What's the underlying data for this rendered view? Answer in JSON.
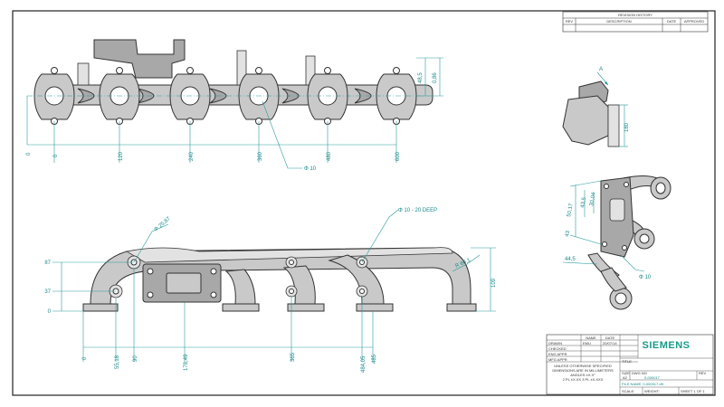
{
  "revision_block": {
    "title": "REVISION HISTORY",
    "col_rev": "REV",
    "col_description": "DESCRIPTION",
    "col_date": "DATE",
    "col_approved": "APPROVED"
  },
  "front_view": {
    "x_dims": [
      "0",
      "120",
      "240",
      "360",
      "480",
      "600"
    ],
    "y_dims": [
      "0"
    ],
    "right_dims": [
      "48,5",
      "0,86"
    ],
    "hole_callout": "Φ 10"
  },
  "side_view": {
    "view_label": "A",
    "dim": "180"
  },
  "iso_view": {
    "dims": [
      "50,17",
      "43,5",
      "30,04",
      "43",
      "44,5",
      "Φ 10"
    ]
  },
  "bottom_view": {
    "left_dims": [
      "87",
      "37",
      "0"
    ],
    "x_dims": [
      "0",
      "55,18",
      "90",
      "178,49",
      "365",
      "484,05",
      "485"
    ],
    "radius_left": "Φ 25,87",
    "hole_callout": "Φ 10 - 20 DEEP",
    "radius_right": "R 60,1",
    "height_dim": "109"
  },
  "title_block": {
    "logo": "SIEMENS",
    "col_name": "NAME",
    "col_date": "DATE",
    "rows": [
      {
        "label": "DRAWN",
        "name": "EMU",
        "date": "20/07/14"
      },
      {
        "label": "CHECKED",
        "name": "",
        "date": ""
      },
      {
        "label": "ENG APPR",
        "name": "",
        "date": ""
      },
      {
        "label": "MFG APPR",
        "name": "",
        "date": ""
      }
    ],
    "notes": [
      "UNLESS OTHERWISE SPECIFIED",
      "DIMENSIONS ARE IN MILLIMETERS",
      "ANGLES ±X.X°",
      "2 PL ±X.XX 3 PL ±X.XXX"
    ],
    "title_label": "TITLE",
    "size_label": "SIZE",
    "size_value": "A2",
    "dwg_no_label": "DWG NO",
    "dwg_no_value": "0-000017",
    "rev_label": "REV",
    "file_name": "FILE NAME: 0-000017.dft",
    "scale_label": "SCALE:",
    "weight_label": "WEIGHT:",
    "sheet_label": "SHEET 1 OF 1"
  }
}
